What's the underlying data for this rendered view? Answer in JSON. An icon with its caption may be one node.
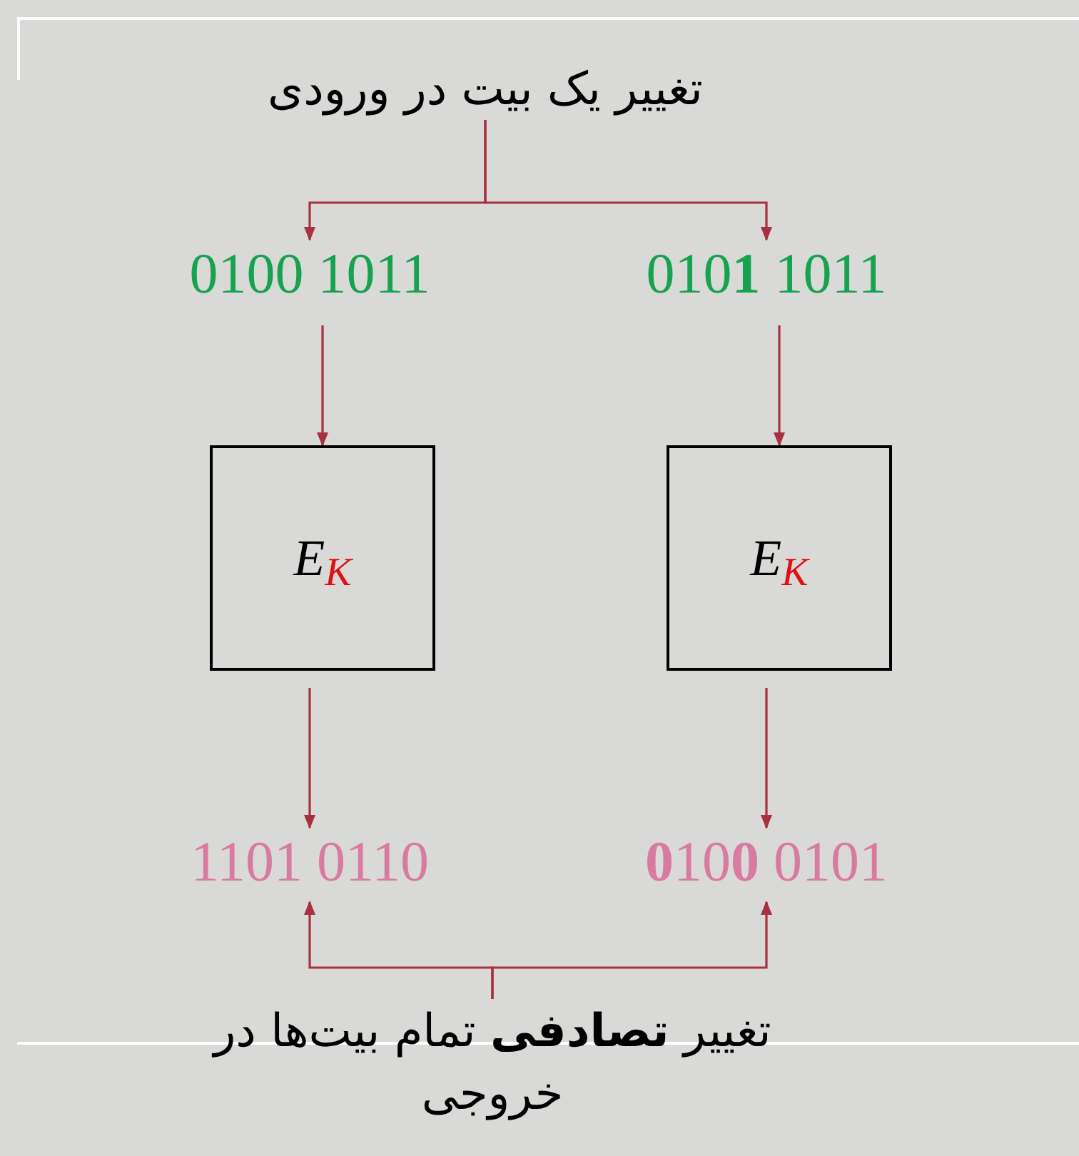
{
  "diagram": {
    "nodes": [
      {
        "text": [
          "0100 1011"
        ]
      },
      {
        "text": [
          "010**1** 1011"
        ]
      },
      {
        "text": [
          "E$_{K}$"
        ]
      },
      {
        "text": [
          "E$_{K}$"
        ]
      },
      {
        "text": [
          "1101 0110"
        ]
      },
      {
        "text": [
          "**0**10**0** 0101"
        ]
      },
      {
        "text": [
          "تغییر یک بیت در ورودی"
        ]
      },
      {
        "text": [
          "تغییر **تصادفی** تمام بیت‌ها در خروجی"
        ]
      }
    ],
    "edges": [
      {
        "from": 6,
        "to": 0,
        "arrow": "to"
      },
      {
        "from": 6,
        "to": 1,
        "arrow": "to"
      },
      {
        "from": 0,
        "to": 2,
        "arrow": "to"
      },
      {
        "from": 1,
        "to": 3,
        "arrow": "to"
      },
      {
        "from": 2,
        "to": 4,
        "arrow": "to"
      },
      {
        "from": 3,
        "to": 5,
        "arrow": "to"
      },
      {
        "from": 7,
        "to": 4,
        "arrow": "to"
      },
      {
        "from": 7,
        "to": 5,
        "arrow": "to"
      }
    ]
  }
}
